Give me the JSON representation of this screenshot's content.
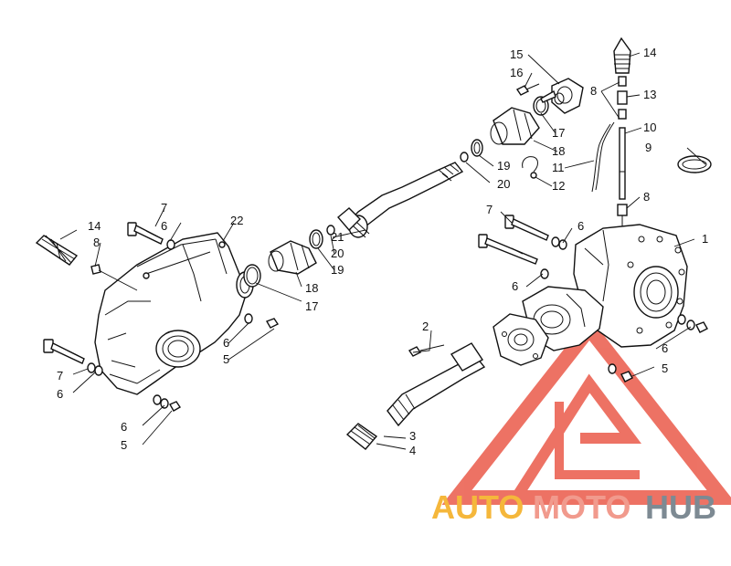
{
  "callouts": {
    "c1": "1",
    "c2": "2",
    "c3": "3",
    "c4": "4",
    "c5a": "5",
    "c5b": "5",
    "c5c": "5",
    "c6a": "6",
    "c6b": "6",
    "c6c": "6",
    "c6d": "6",
    "c6e": "6",
    "c6f": "6",
    "c6g": "6",
    "c7a": "7",
    "c7b": "7",
    "c7c": "7",
    "c8a": "8",
    "c8b": "8",
    "c8c": "8",
    "c9": "9",
    "c10": "10",
    "c11": "11",
    "c12": "12",
    "c13": "13",
    "c14a": "14",
    "c14b": "14",
    "c15": "15",
    "c16": "16",
    "c17a": "17",
    "c17b": "17",
    "c18a": "18",
    "c18b": "18",
    "c19a": "19",
    "c19b": "19",
    "c20a": "20",
    "c20b": "20",
    "c21": "21",
    "c22": "22"
  },
  "watermark": {
    "part1": "AUTO",
    "part2": "MOTO",
    "part3": "HUB",
    "colors": {
      "auto": "#f5b73b",
      "moto": "#f19a8d",
      "hub": "#7d8a93",
      "logo": "#e84c3d"
    }
  }
}
